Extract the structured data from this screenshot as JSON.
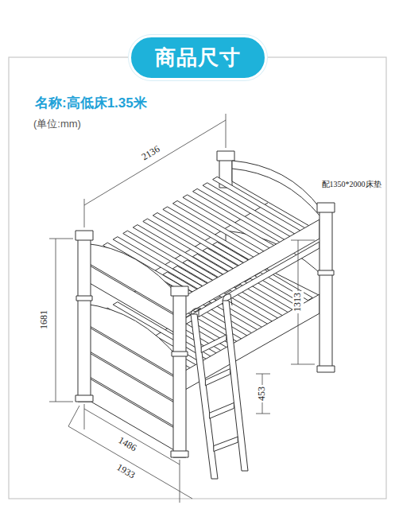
{
  "diagram": {
    "nodes": [
      {
        "text": [
          "商品尺寸"
        ]
      }
    ],
    "labels": [
      "名称:高低床1.35米",
      "(单位:mm)",
      "2136",
      "配1350*2000床垫",
      "1681",
      "1313",
      "453",
      "1486",
      "1933"
    ]
  }
}
